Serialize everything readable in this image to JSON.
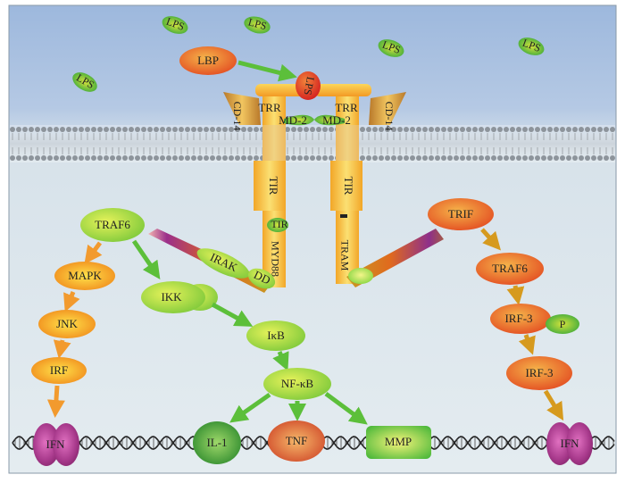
{
  "extracellular": {
    "lps_labels": [
      "LPS",
      "LPS",
      "LPS",
      "LPS",
      "LPS"
    ],
    "lbp": "LBP",
    "bound_lps": "LPS"
  },
  "receptor": {
    "trr_left": "TRR",
    "trr_right": "TRR",
    "md2_left": "MD-2",
    "md2_right": "MD-2",
    "cd14_left": "CD-14",
    "cd14_right": "CD-14",
    "tir_left": "TIR",
    "tir_right": "TIR"
  },
  "myd88_pathway": {
    "tir": "TIR",
    "myd88": "MYD88",
    "irak": "IRAK",
    "dd": "DD",
    "traf6": "TRAF6",
    "mapk": "MAPK",
    "jnk": "JNK",
    "irf": "IRF",
    "ikk": "IKK",
    "ikb": "IκB",
    "nfkb": "NF-κB"
  },
  "trif_pathway": {
    "tram": "TRAM",
    "trif": "TRIF",
    "traf6": "TRAF6",
    "irf3_phos": "IRF-3",
    "p": "P",
    "irf3": "IRF-3"
  },
  "outputs": {
    "ifn_left": "IFN",
    "il1": "IL-1",
    "tnf": "TNF",
    "mmp": "MMP",
    "ifn_right": "IFN"
  },
  "colors": {
    "extracellular": "#a3bde0",
    "cytoplasm": "#dfe8ef",
    "arrow_green": "#5cbf3a",
    "arrow_orange": "#f29a2e",
    "arrow_gold": "#d69a1e"
  }
}
